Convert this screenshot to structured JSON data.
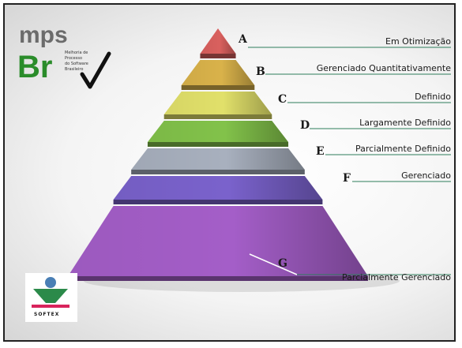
{
  "brand": {
    "line1": "mps",
    "line2": "Br",
    "subtitle": [
      "Melhoria de",
      "Processo",
      "do Software",
      "Brasileiro"
    ]
  },
  "softex": {
    "name": "SOFTEX"
  },
  "levels": [
    {
      "letter": "A",
      "name": "Em Otimização",
      "color": "#d9605e"
    },
    {
      "letter": "B",
      "name": "Gerenciado Quantitativamente",
      "color": "#d9b24a"
    },
    {
      "letter": "C",
      "name": "Definido",
      "color": "#e1e06a"
    },
    {
      "letter": "D",
      "name": "Largamente Definido",
      "color": "#82c24a"
    },
    {
      "letter": "E",
      "name": "Parcialmente Definido",
      "color": "#a8b0be"
    },
    {
      "letter": "F",
      "name": "Gerenciado",
      "color": "#7a62cc"
    },
    {
      "letter": "G",
      "name": "Parcialmente Gerenciado",
      "color": "#a45ec8"
    }
  ]
}
